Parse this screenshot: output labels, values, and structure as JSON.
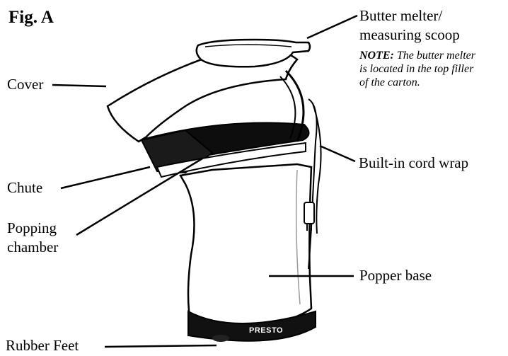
{
  "figure": {
    "title": "Fig. A"
  },
  "labels": {
    "butter_melter_line1": "Butter melter/",
    "butter_melter_line2": "measuring scoop",
    "note_prefix": "NOTE:",
    "note_line1_rest": " The butter melter",
    "note_line2": "is located in the top filler",
    "note_line3": "of the carton.",
    "cover": "Cover",
    "cord_wrap": "Built-in cord wrap",
    "chute": "Chute",
    "popping_line1": "Popping",
    "popping_line2": "chamber",
    "popper_base": "Popper base",
    "rubber_feet": "Rubber Feet"
  },
  "product": {
    "brand_mark": "PRESTO"
  }
}
